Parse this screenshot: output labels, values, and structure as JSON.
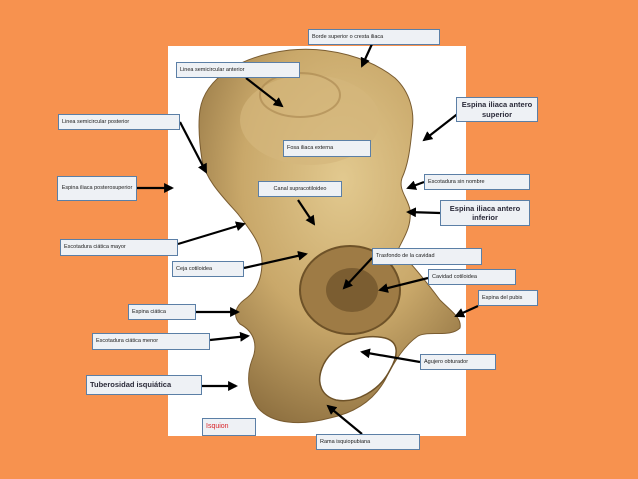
{
  "labels": {
    "borde_superior": "Borde superior o cresta iliaca",
    "linea_semicircular_anterior": "Linea semicircular anterior",
    "espina_iliaca_antero_superior": "Espina iliaca antero superior",
    "linea_semicircular_posterior": "Linea semicircular posterior",
    "fosa_iliaca_externa": "Fosa iliaca externa",
    "escotadura_sin_nombre": "Escotadura sin nombre",
    "espina_iliaca_posterosuperior": "Espina iliaca posterosuperior",
    "canal_supracotiloideo": "Canal supracotiloideo",
    "espina_iliaca_antero_inferior": "Espina iliaca antero inferior",
    "escotadura_ciatica_mayor": "Escotadura ciática mayor",
    "trasfondo_cavidad": "Trasfondo de la cavidad",
    "ceja_cotiloidea": "Ceja cotiloidea",
    "cavidad_cotiloidea": "Cavidad cotiloidea",
    "espina_pubis": "Espina del pubis",
    "espina_ciatica": "Espina ciática",
    "escotadura_ciatica_menor": "Escotadura ciática menor",
    "agujero_obturador": "Agujero obturador",
    "tuberosidad_isquiatica": "Tuberosidad isquiática",
    "isquion": "Isquion",
    "rama_isquiopubiana": "Rama isquiopubiana"
  },
  "colors": {
    "background": "#f7924f",
    "label_fill": "#eef1f5",
    "label_border": "#5b7fa6",
    "isquion_text": "#d9252a",
    "bone": "#c9a86a",
    "arrow": "#000000"
  }
}
